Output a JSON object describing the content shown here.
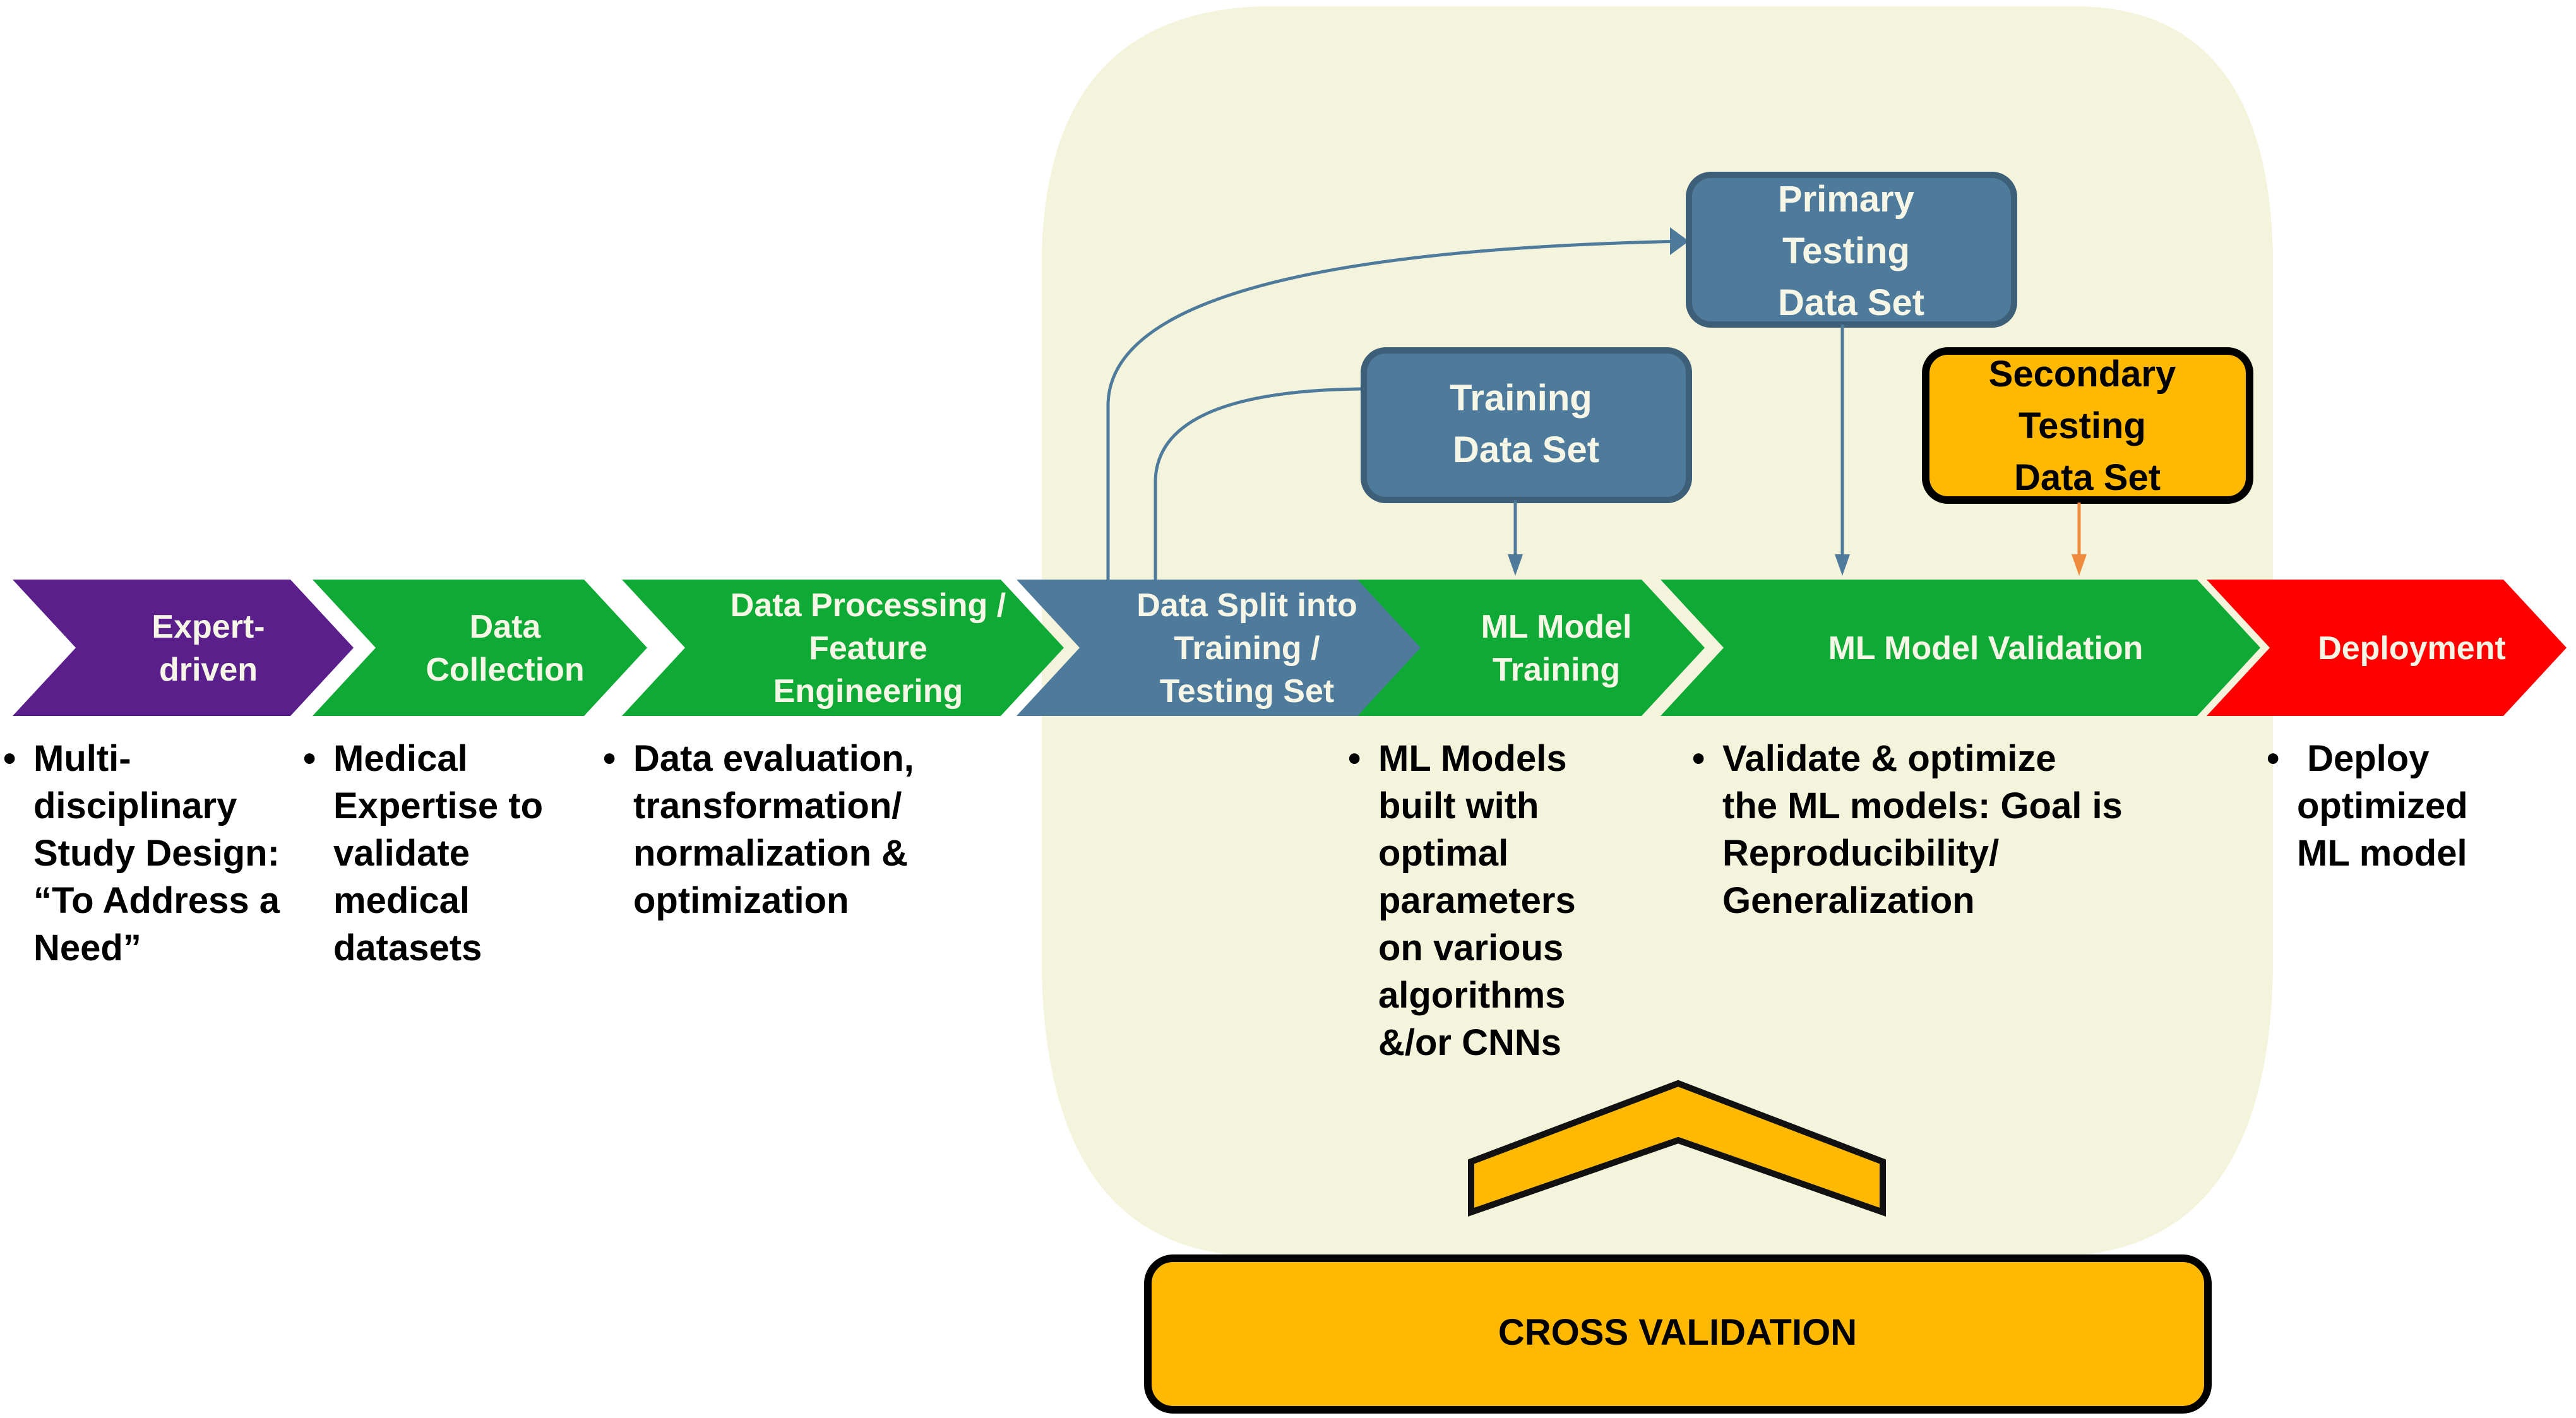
{
  "colors": {
    "purple": "#5b1f8c",
    "green": "#0fa935",
    "steel_blue": "#4e7a9c",
    "steel_blue_border": "#3d5f78",
    "red": "#ff0000",
    "amber": "#ffb900",
    "panel": "#f4f4dc",
    "orange_arrow": "#f08a3c"
  },
  "pipeline": [
    {
      "id": "expert-driven",
      "lines": [
        "Expert-",
        "driven"
      ],
      "color": "purple",
      "bullet": "Multi-disciplinary Study Design: “To Address a Need”",
      "bullet_lines": [
        "Multi-",
        "disciplinary",
        "Study Design:",
        "“To Address a",
        "Need”"
      ]
    },
    {
      "id": "data-collection",
      "lines": [
        "Data",
        "Collection"
      ],
      "color": "green",
      "bullet": "Medical Expertise to validate medical datasets",
      "bullet_lines": [
        "Medical",
        "Expertise to",
        "validate",
        "medical",
        "datasets"
      ]
    },
    {
      "id": "data-processing",
      "lines": [
        "Data Processing /",
        "Feature",
        "Engineering"
      ],
      "color": "green",
      "bullet": "Data evaluation, transformation/ normalization & optimization",
      "bullet_lines": [
        "Data evaluation,",
        "transformation/",
        "normalization &",
        "optimization"
      ]
    },
    {
      "id": "data-split",
      "lines": [
        "Data Split into",
        "Training /",
        "Testing Set"
      ],
      "color": "steel_blue",
      "bullet": null,
      "bullet_lines": []
    },
    {
      "id": "ml-model-training",
      "lines": [
        "ML Model",
        "Training"
      ],
      "color": "green",
      "bullet": "ML Models built with optimal parameters on various algorithms &/or CNNs",
      "bullet_lines": [
        "ML Models",
        "built with",
        "optimal",
        "parameters",
        "on various",
        "algorithms",
        "&/or CNNs"
      ]
    },
    {
      "id": "ml-model-validation",
      "lines": [
        "ML Model Validation"
      ],
      "color": "green",
      "bullet": "Validate & optimize the ML models: Goal is Reproducibility/ Generalization",
      "bullet_lines": [
        "Validate & optimize",
        "the ML models: Goal is",
        "Reproducibility/",
        "Generalization"
      ]
    },
    {
      "id": "deployment",
      "lines": [
        "Deployment"
      ],
      "color": "red",
      "bullet": "Deploy optimized ML model",
      "bullet_lines": [
        " Deploy",
        "optimized",
        "ML model"
      ]
    }
  ],
  "datasets": {
    "primary_testing": {
      "lines": [
        "Primary",
        "Testing",
        "Data Set"
      ]
    },
    "training": {
      "lines": [
        "Training",
        "Data Set"
      ]
    },
    "secondary_testing": {
      "lines": [
        "Secondary",
        "Testing",
        "Data Set"
      ]
    }
  },
  "cross_validation": {
    "label": "CROSS VALIDATION"
  }
}
